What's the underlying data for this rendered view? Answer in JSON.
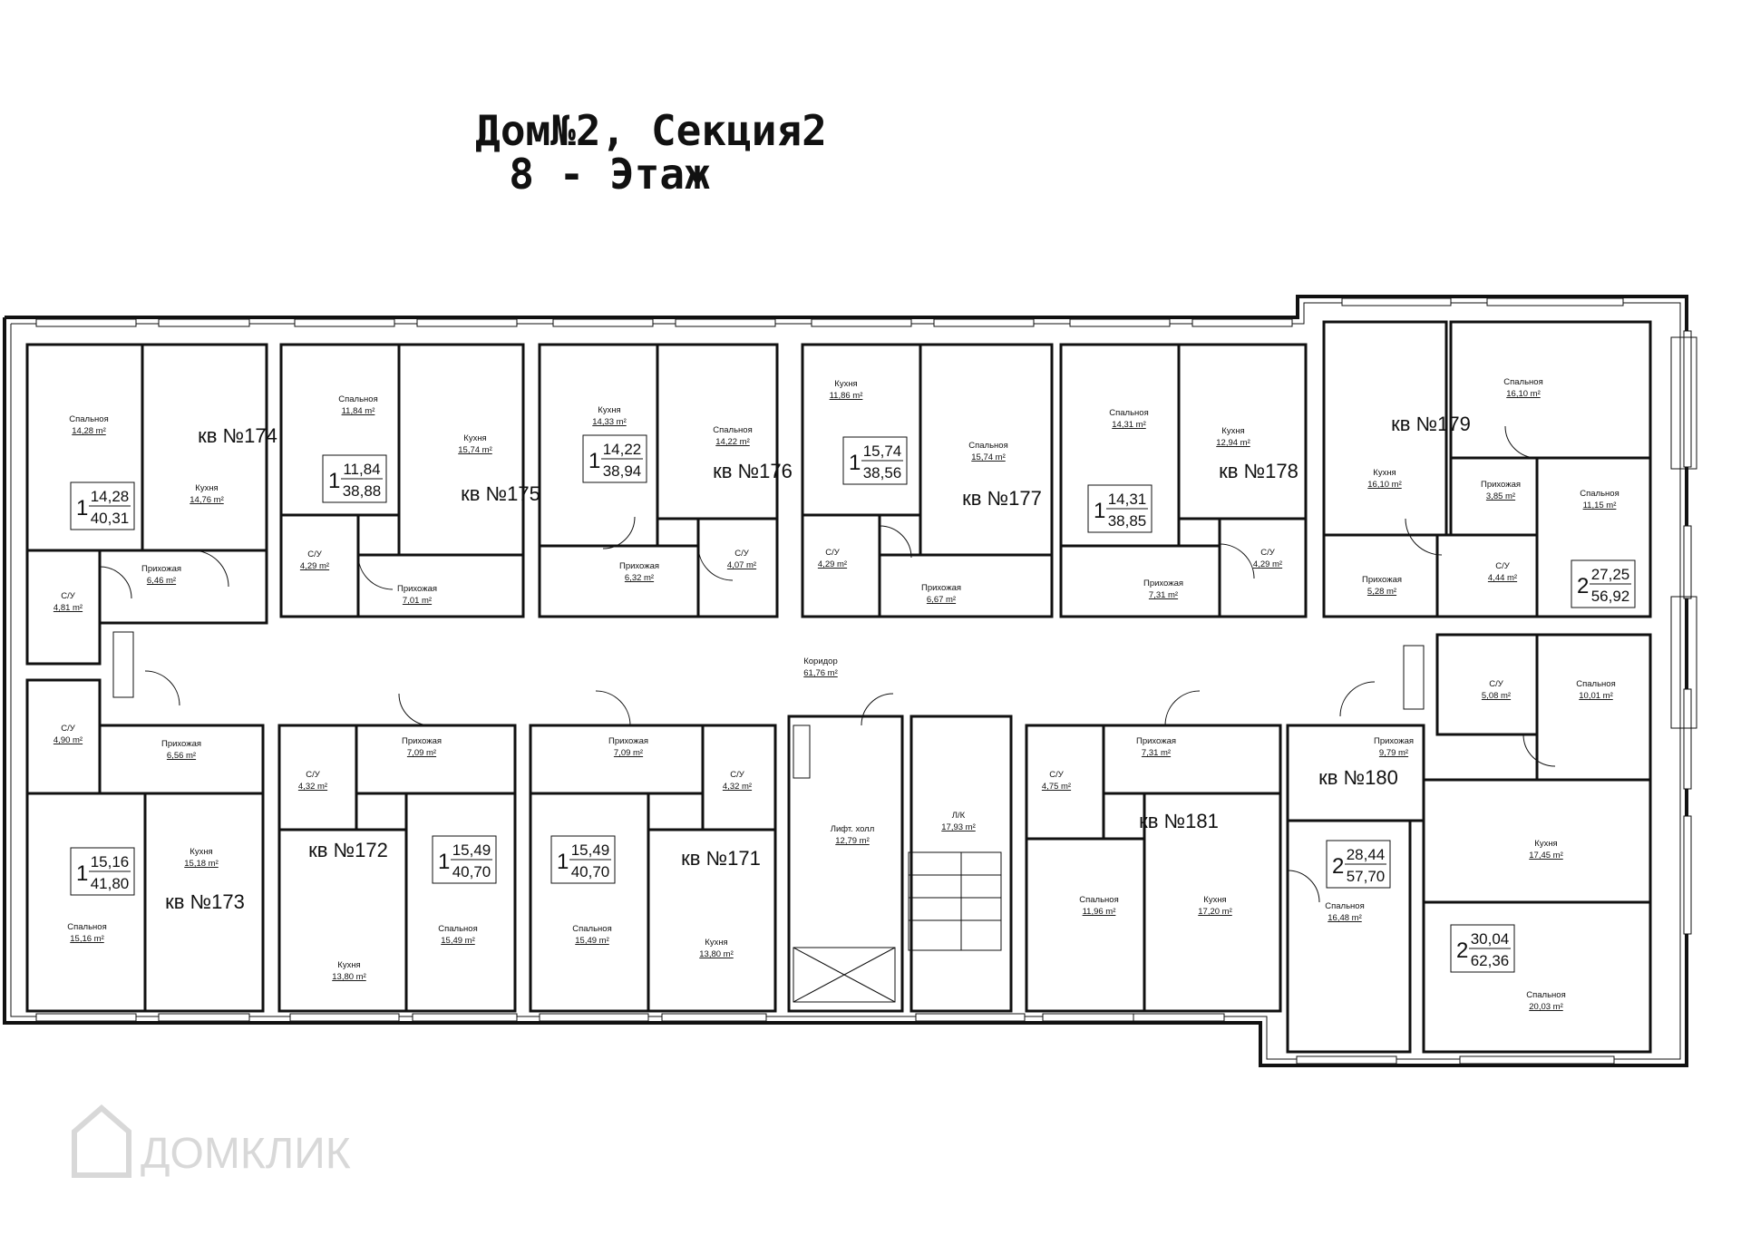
{
  "title": {
    "line1": "Дом№2, Секция2",
    "line2": "8 - Этаж"
  },
  "watermark": {
    "text": "ДОМКЛИК",
    "icon": "house-logo-icon"
  },
  "apartments": [
    {
      "number": "кв №174",
      "rooms": "1",
      "living": "14,28",
      "total": "40,31"
    },
    {
      "number": "кв №175",
      "rooms": "1",
      "living": "11,84",
      "total": "38,88"
    },
    {
      "number": "кв №176",
      "rooms": "1",
      "living": "14,22",
      "total": "38,94"
    },
    {
      "number": "кв №177",
      "rooms": "1",
      "living": "15,74",
      "total": "38,56"
    },
    {
      "number": "кв №178",
      "rooms": "1",
      "living": "14,31",
      "total": "38,85"
    },
    {
      "number": "кв №179",
      "rooms": "2",
      "living": "27,25",
      "total": "56,92"
    },
    {
      "number": "кв №180",
      "rooms": "2",
      "living": "30,04",
      "total": "62,36"
    },
    {
      "number": "кв №181",
      "rooms": "2",
      "living": "28,44",
      "total": "57,70"
    },
    {
      "number": "кв №171",
      "rooms": "1",
      "living": "15,49",
      "total": "40,70"
    },
    {
      "number": "кв №172",
      "rooms": "1",
      "living": "15,49",
      "total": "40,70"
    },
    {
      "number": "кв №173",
      "rooms": "1",
      "living": "15,16",
      "total": "41,80"
    }
  ],
  "rooms": [
    {
      "name": "Спальноя",
      "area": "14,28 m²"
    },
    {
      "name": "Кухня",
      "area": "14,76 m²"
    },
    {
      "name": "С/У",
      "area": "4,81 m²"
    },
    {
      "name": "Прихожая",
      "area": "6,46 m²"
    },
    {
      "name": "Спальноя",
      "area": "11,84 m²"
    },
    {
      "name": "Кухня",
      "area": "15,74 m²"
    },
    {
      "name": "С/У",
      "area": "4,29 m²"
    },
    {
      "name": "Прихожая",
      "area": "7,01 m²"
    },
    {
      "name": "Кухня",
      "area": "14,33 m²"
    },
    {
      "name": "Спальноя",
      "area": "14,22 m²"
    },
    {
      "name": "Прихожая",
      "area": "6,32 m²"
    },
    {
      "name": "С/У",
      "area": "4,07 m²"
    },
    {
      "name": "Кухня",
      "area": "11,86 m²"
    },
    {
      "name": "Спальноя",
      "area": "15,74 m²"
    },
    {
      "name": "С/У",
      "area": "4,29 m²"
    },
    {
      "name": "Прихожая",
      "area": "6,67 m²"
    },
    {
      "name": "Спальноя",
      "area": "14,31 m²"
    },
    {
      "name": "Кухня",
      "area": "12,94 m²"
    },
    {
      "name": "Прихожая",
      "area": "7,31 m²"
    },
    {
      "name": "С/У",
      "area": "4,29 m²"
    },
    {
      "name": "Кухня",
      "area": "16,10 m²"
    },
    {
      "name": "Спальноя",
      "area": "16,10 m²"
    },
    {
      "name": "Прихожая",
      "area": "3,85 m²"
    },
    {
      "name": "Спальноя",
      "area": "11,15 m²"
    },
    {
      "name": "Прихожая",
      "area": "5,28 m²"
    },
    {
      "name": "С/У",
      "area": "4,44 m²"
    },
    {
      "name": "Коридор",
      "area": "61,76 m²"
    },
    {
      "name": "С/У",
      "area": "4,90 m²"
    },
    {
      "name": "Прихожая",
      "area": "6,56 m²"
    },
    {
      "name": "Кухня",
      "area": "15,18 m²"
    },
    {
      "name": "Спальноя",
      "area": "15,16 m²"
    },
    {
      "name": "С/У",
      "area": "4,32 m²"
    },
    {
      "name": "Прихожая",
      "area": "7,09 m²"
    },
    {
      "name": "Кухня",
      "area": "13,80 m²"
    },
    {
      "name": "Спальноя",
      "area": "15,49 m²"
    },
    {
      "name": "Прихожая",
      "area": "7,09 m²"
    },
    {
      "name": "С/У",
      "area": "4,32 m²"
    },
    {
      "name": "Спальноя",
      "area": "15,49 m²"
    },
    {
      "name": "Кухня",
      "area": "13,80 m²"
    },
    {
      "name": "Лифт. холл",
      "area": "12,79 m²"
    },
    {
      "name": "Л/К",
      "area": "17,93 m²"
    },
    {
      "name": "С/У",
      "area": "4,75 m²"
    },
    {
      "name": "Прихожая",
      "area": "7,31 m²"
    },
    {
      "name": "Спальноя",
      "area": "11,96 m²"
    },
    {
      "name": "Кухня",
      "area": "17,20 m²"
    },
    {
      "name": "С/У",
      "area": "5,08 m²"
    },
    {
      "name": "Прихожая",
      "area": "9,79 m²"
    },
    {
      "name": "Спальноя",
      "area": "10,01 m²"
    },
    {
      "name": "Кухня",
      "area": "17,45 m²"
    },
    {
      "name": "Спальноя",
      "area": "16,48 m²"
    },
    {
      "name": "Спальноя",
      "area": "20,03 m²"
    }
  ]
}
